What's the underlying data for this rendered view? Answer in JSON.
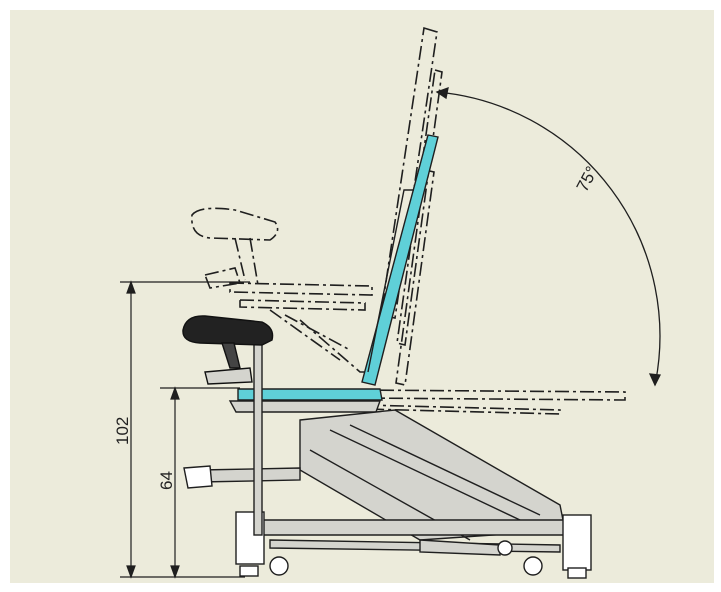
{
  "diagram": {
    "angle_label": "75°",
    "height_label_total": "102",
    "height_label_seat": "64"
  },
  "colors": {
    "background": "#ecebdb",
    "line": "#1f1f1f",
    "highlight": "#5fd0d8",
    "frame_fill": "#d4d4ce",
    "armrest": "#222222"
  }
}
